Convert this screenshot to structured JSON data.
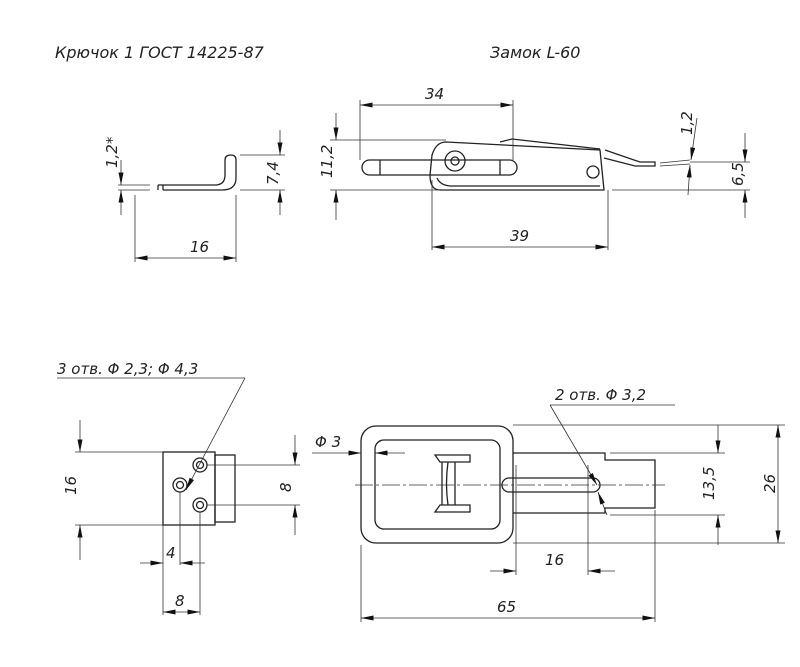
{
  "titles": {
    "hook": "Крючок 1 ГОСТ 14225-87",
    "latch": "Замок L-60"
  },
  "hook_side": {
    "thickness": "1,2*",
    "height": "7,4",
    "length": "16"
  },
  "latch_side": {
    "lever_length": "34",
    "height": "11,2",
    "base_length": "39",
    "tip_thickness": "1,2",
    "base_height": "6,5"
  },
  "hook_plan": {
    "holes_note": "3 отв.  Φ 2,3; Φ 4,3",
    "width": "16",
    "hole_spacing": "8",
    "offset": "4",
    "length": "8"
  },
  "latch_plan": {
    "wire_diameter": "Φ 3",
    "holes_note": "2 отв.  Φ 3,2",
    "plate_width": "13,5",
    "total_width": "26",
    "hole_spacing": "16",
    "total_length": "65"
  }
}
